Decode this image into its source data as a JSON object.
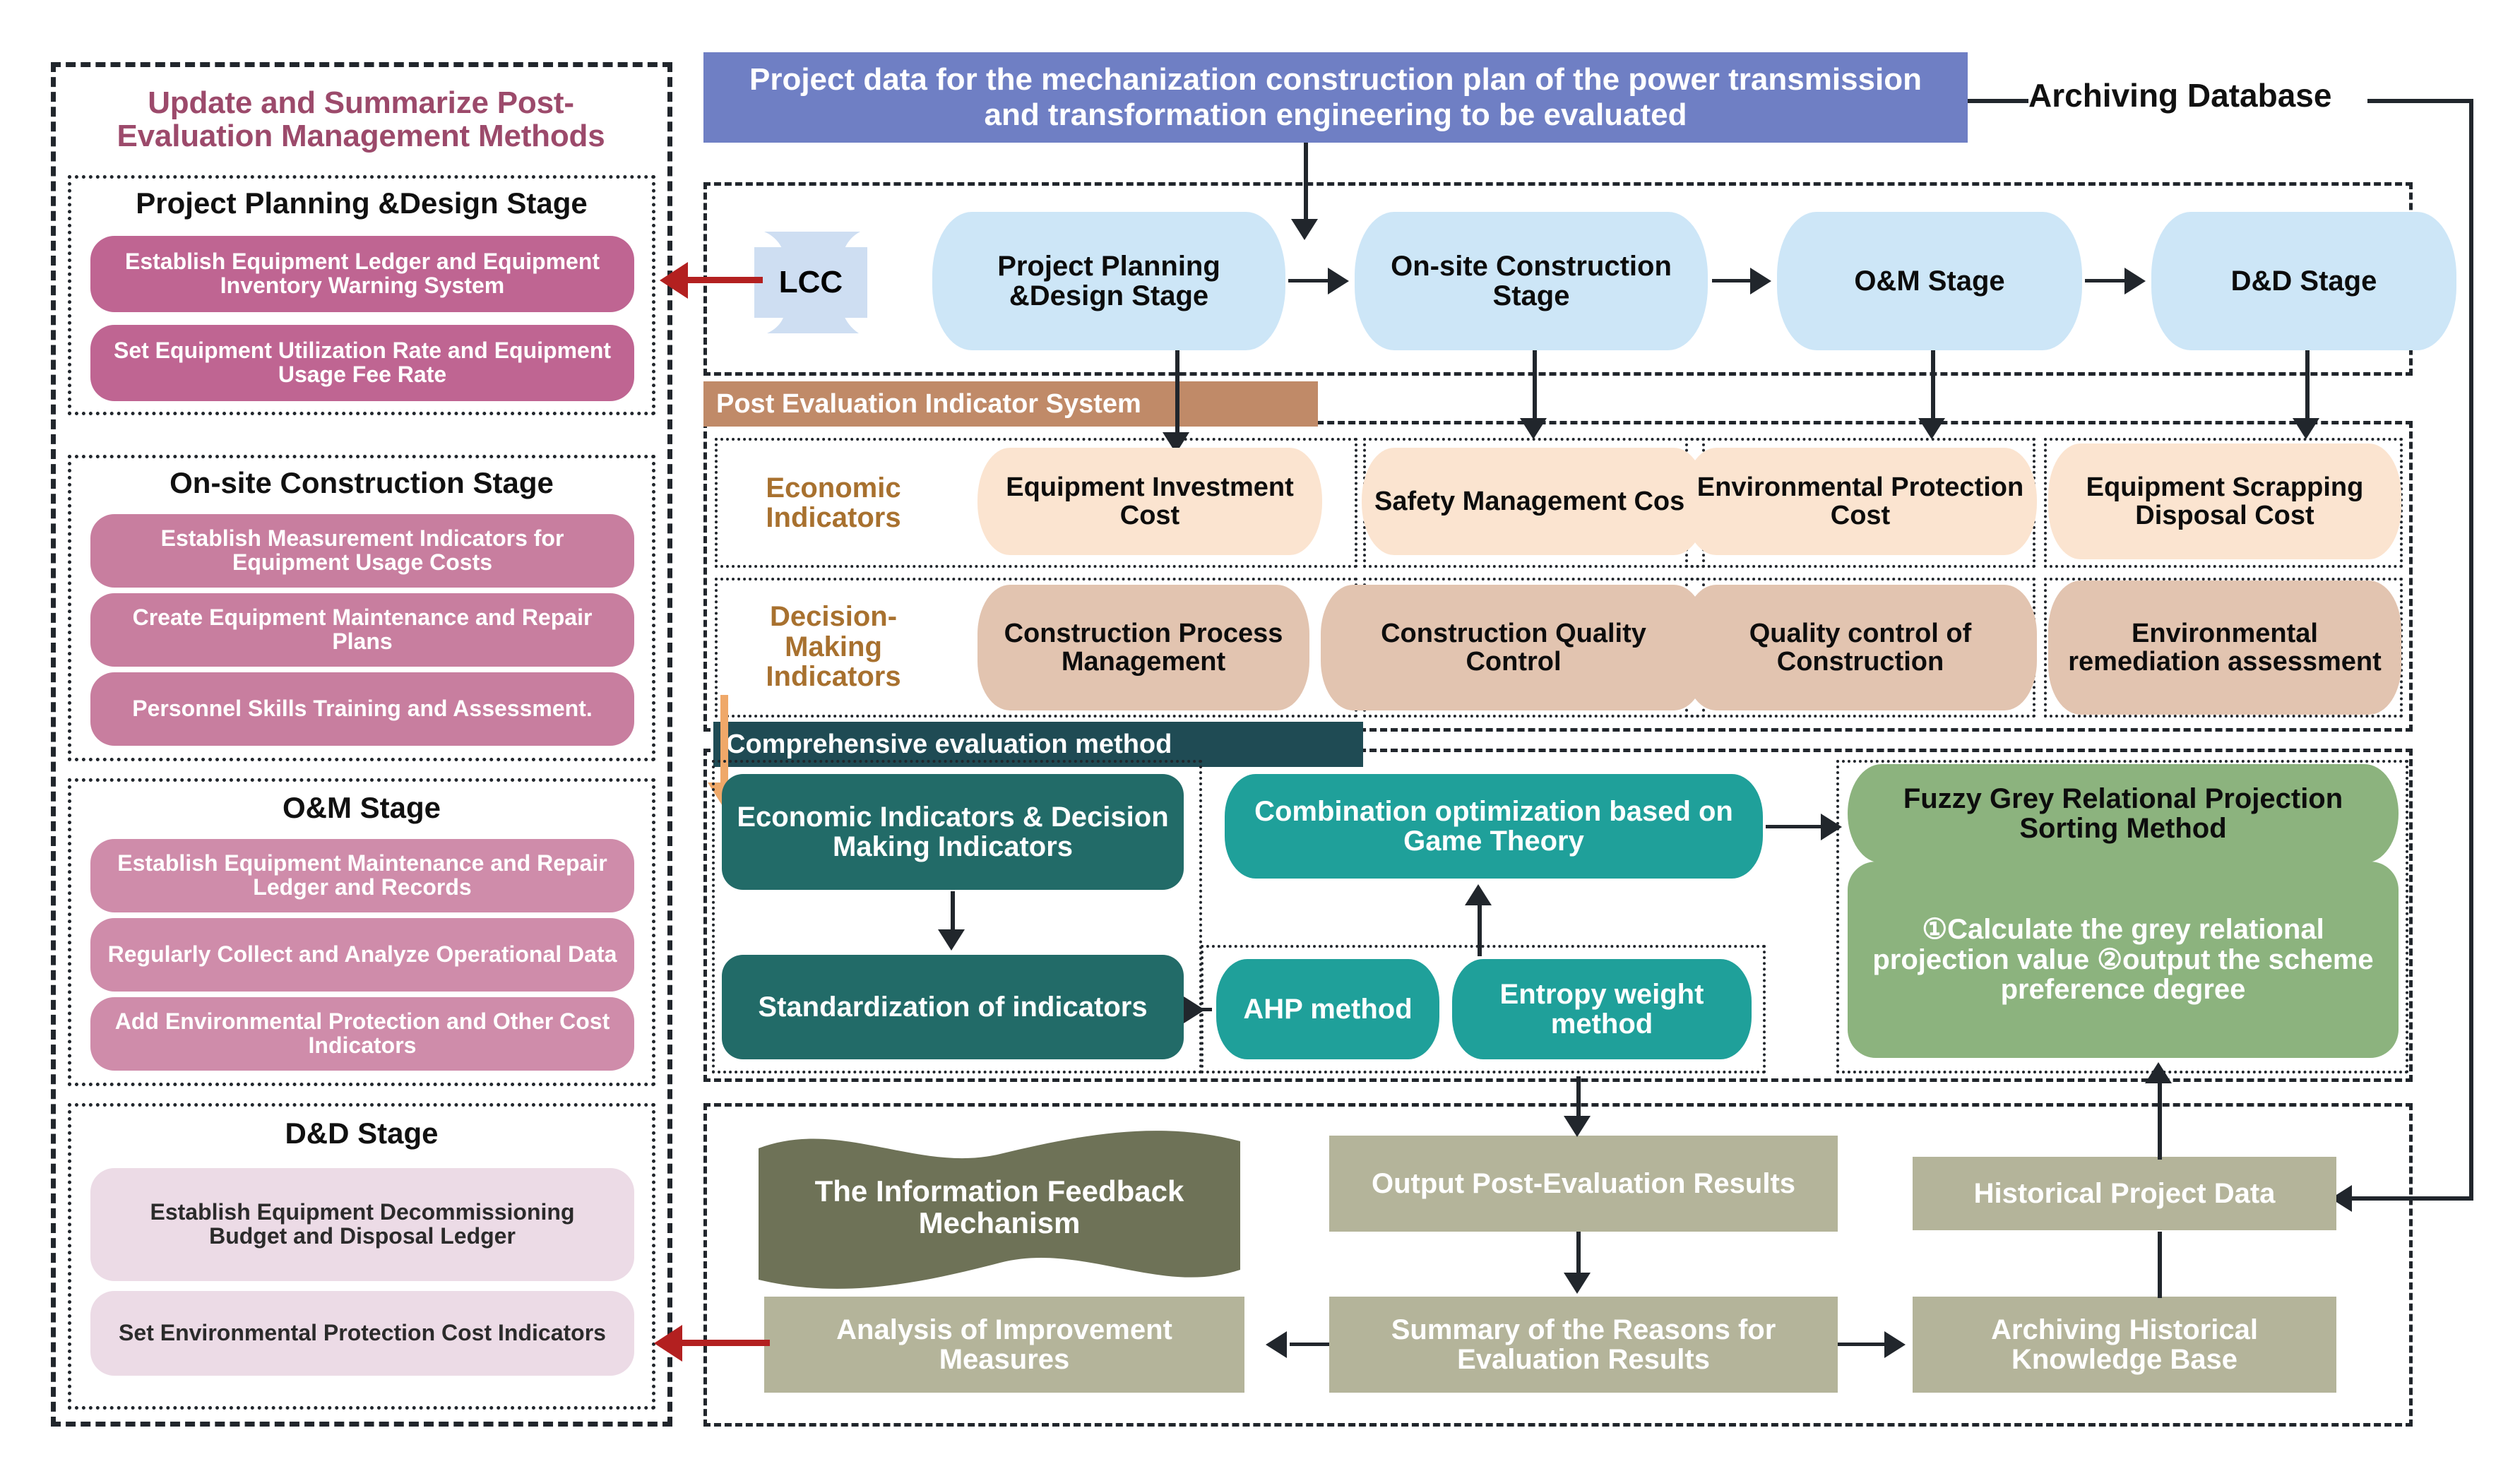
{
  "left_panel": {
    "title": "Update and Summarize Post-Evaluation Management Methods",
    "sections": [
      {
        "heading": "Project Planning &Design Stage",
        "items": [
          "Establish Equipment Ledger and Equipment Inventory Warning System",
          "Set Equipment Utilization Rate and Equipment Usage Fee Rate"
        ]
      },
      {
        "heading": "On-site Construction Stage",
        "items": [
          "Establish Measurement Indicators for Equipment Usage Costs",
          "Create Equipment Maintenance and Repair Plans",
          "Personnel Skills Training and Assessment."
        ]
      },
      {
        "heading": "O&M Stage",
        "items": [
          "Establish Equipment Maintenance and Repair Ledger and Records",
          "Regularly Collect and Analyze Operational Data",
          "Add Environmental Protection and Other Cost Indicators"
        ]
      },
      {
        "heading": "D&D Stage",
        "items": [
          "Establish Equipment Decommissioning Budget and Disposal Ledger",
          "Set Environmental Protection Cost Indicators"
        ]
      }
    ]
  },
  "banner": {
    "text": "Project data for the mechanization construction plan of the power transmission and transformation engineering to be evaluated"
  },
  "archiving_database_label": "Archiving Database",
  "lifecycle": {
    "lcc_label": "LCC",
    "stages": [
      "Project Planning &Design Stage",
      "On-site Construction Stage",
      "O&M Stage",
      "D&D Stage"
    ]
  },
  "indicator_system": {
    "title": "Post Evaluation Indicator System",
    "economic_label": "Economic Indicators",
    "economic_items": [
      "Equipment Investment Cost",
      "Safety Management Cost",
      "Environmental Protection Cost",
      "Equipment Scrapping Disposal Cost"
    ],
    "decision_label": "Decision-Making Indicators",
    "decision_items": [
      "Construction Process Management",
      "Construction Quality Control",
      "Quality control of Construction",
      "Environmental remediation assessment"
    ]
  },
  "evaluation_method": {
    "title": "Comprehensive evaluation method",
    "box_indicators": "Economic Indicators & Decision Making Indicators",
    "box_standardization": "Standardization of indicators",
    "box_combination": "Combination optimization based on Game Theory",
    "box_ahp": "AHP method",
    "box_entropy": "Entropy weight method",
    "box_fuzzy_title": "Fuzzy Grey Relational Projection Sorting Method",
    "box_fuzzy_steps": "①Calculate the grey relational projection value ②output the scheme preference degree"
  },
  "feedback": {
    "title": "The Information Feedback Mechanism",
    "output_results": "Output Post-Evaluation Results",
    "historical_data": "Historical Project Data",
    "analysis": "Analysis of Improvement Measures",
    "summary": "Summary of the Reasons for Evaluation Results",
    "archiving_kb": "Archiving Historical Knowledge Base"
  },
  "colors": {
    "banner": "#6f7fc4",
    "magenta": "#bf6592",
    "rose": "#c87e9f",
    "lavender": "#ecdbe6",
    "stage_blue": "#cde6f7",
    "strip_brown": "#c08a68",
    "cream": "#fbe4d0",
    "tan": "#e2c4b0",
    "teal_dark": "#226b68",
    "teal_mid": "#1fa09a",
    "green": "#8cb37e",
    "sage": "#b4b49a",
    "olive": "#6e7257",
    "red_arrow": "#b32020",
    "orange_arrow": "#efa869",
    "heading_pink": "#9c4a6b",
    "heading_brown": "#a8712f"
  }
}
